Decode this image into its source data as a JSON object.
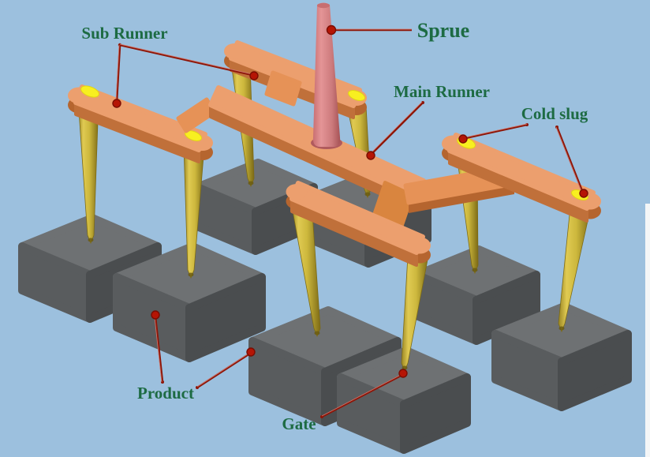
{
  "diagram": {
    "subject": "injection molding runner system",
    "labels": {
      "sub_runner": "Sub Runner",
      "sprue": "Sprue",
      "main_runner": "Main Runner",
      "cold_slug": "Cold slug",
      "product": "Product",
      "gate": "Gate"
    },
    "colors": {
      "background": "#9cc0de",
      "label_text": "#1d6b43",
      "arrow": "#8c1508",
      "runner_top": "#ec9f6e",
      "runner_side": "#c0703a",
      "sprue_body": "#d8898b",
      "gate_pin": "#d9c34a",
      "cold_slug_spot": "#f8ef20",
      "product_top": "#6e7173",
      "product_front": "#595c5e",
      "product_side": "#4a4d4f"
    },
    "counts": {
      "products": 8,
      "gate_pins": 8,
      "cold_slug_spots": 5
    }
  }
}
